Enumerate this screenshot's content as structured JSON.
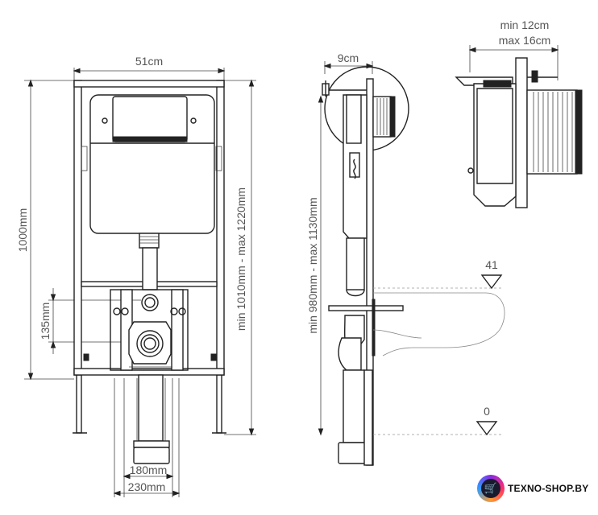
{
  "dimensions": {
    "width_top": "51cm",
    "height_left": "1000mm",
    "height_range": "min 1010mm - max 1220mm",
    "outlet_height": "135mm",
    "pipe_180": "180mm",
    "pipe_230": "230mm",
    "depth_9": "9cm",
    "side_height_range": "min 980mm - max 1130mm",
    "detail_min": "min 12cm",
    "detail_max": "max 16cm",
    "level_41": "41",
    "level_0": "0"
  },
  "logo": {
    "text": "TEXNO-SHOP.BY",
    "icon": "shopping-cart-icon"
  }
}
